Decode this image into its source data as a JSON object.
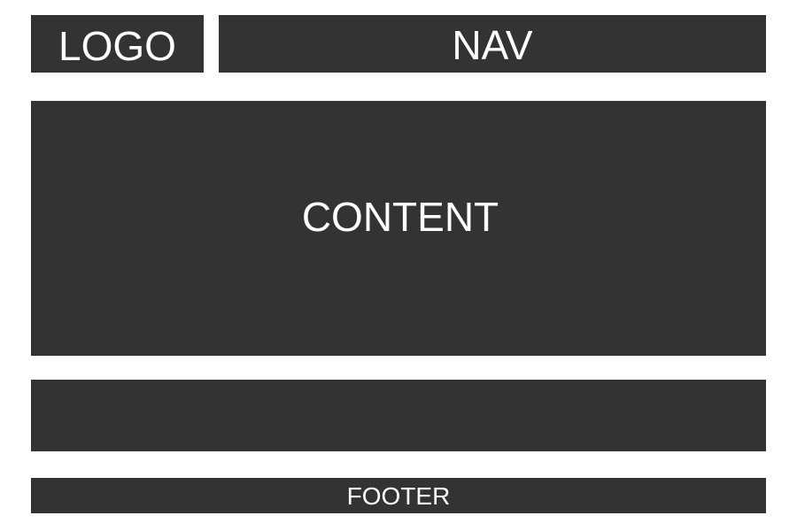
{
  "header": {
    "logo_label": "LOGO",
    "nav_label": "NAV"
  },
  "main": {
    "content_label": "CONTENT"
  },
  "footer": {
    "label": "FOOTER"
  },
  "colors": {
    "block": "#333333",
    "text": "#ffffff",
    "background": "#ffffff"
  }
}
